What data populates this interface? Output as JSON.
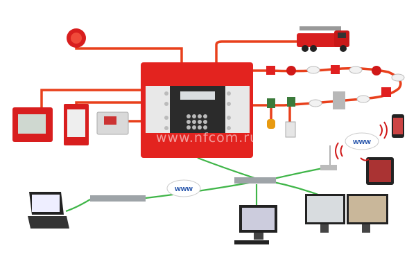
{
  "diagram": {
    "title": "Fire alarm system network",
    "cloud_left_label": "www",
    "cloud_right_label": "www",
    "watermark": "www.nfcom.ru",
    "colors": {
      "panel": "#e3231f",
      "loop_wire": "#e8401c",
      "network_wire": "#3fb548",
      "cloud_text": "#1f4fa8"
    }
  }
}
